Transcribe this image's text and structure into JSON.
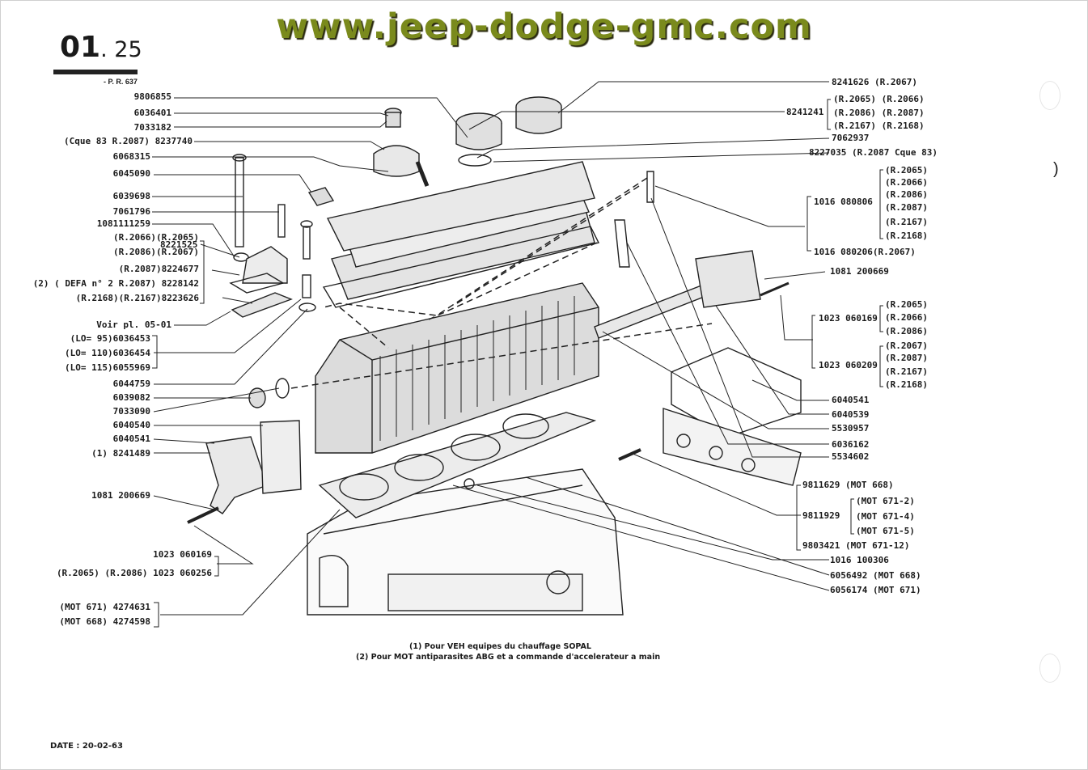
{
  "header": {
    "website": "www.jeep-dodge-gmc.com",
    "plate_main": "01",
    "plate_sub": ". 25",
    "plate_ref": "- P. R. 637"
  },
  "left_labels": [
    "9806855",
    "6036401",
    "7033182",
    "(Cque 83 R.2087) 8237740",
    "6068315",
    "6045090",
    "6039698",
    "7061796",
    "1081111259",
    "(R.2066)(R.2065)",
    "(R.2086)(R.2067)",
    "8221525",
    "(R.2087)8224677",
    "(2) ( DEFA n° 2 R.2087) 8228142",
    "(R.2168)(R.2167)8223626",
    "Voir pl. 05-01",
    "(LO= 95)6036453",
    "(LO= 110)6036454",
    "(LO= 115)6055969",
    "6044759",
    "6039082",
    "7033090",
    "6040540",
    "6040541",
    "(1) 8241489",
    "1081 200669",
    "1023 060169",
    "(R.2065) (R.2086) 1023 060256",
    "(MOT 671) 4274631",
    "(MOT 668) 4274598"
  ],
  "right_labels": [
    "8241626 (R.2067)",
    "8241241",
    "(R.2065) (R.2066)",
    "(R.2086) (R.2087)",
    "(R.2167) (R.2168)",
    "7062937",
    "8227035 (R.2087 Cque 83)",
    "(R.2065)",
    "(R.2066)",
    "(R.2086)",
    "1016 080806",
    "(R.2087)",
    "(R.2167)",
    "(R.2168)",
    "1016 080206(R.2067)",
    "1081 200669",
    "(R.2065)",
    "1023 060169",
    "(R.2066)",
    "(R.2086)",
    "(R.2067)",
    "(R.2087)",
    "1023 060209",
    "(R.2167)",
    "(R.2168)",
    "6040541",
    "6040539",
    "5530957",
    "6036162",
    "5534602",
    "9811629 (MOT 668)",
    "(MOT 671-2)",
    "9811929",
    "(MOT 671-4)",
    "(MOT 671-5)",
    "9803421 (MOT 671-12)",
    "1016 100306",
    "6056492 (MOT 668)",
    "6056174 (MOT 671)"
  ],
  "footnotes": [
    "(1) Pour VEH equipes du chauffage SOPAL",
    "(2) Pour MOT antiparasites ABG et a commande d'accelerateur a main"
  ],
  "date": "DATE : 20-02-63"
}
